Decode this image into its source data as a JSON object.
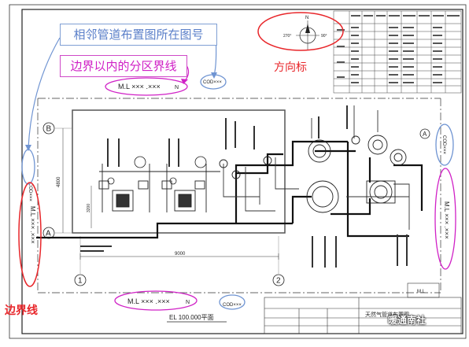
{
  "annotations": {
    "adjacent_label": "相邻管道布置图所在图号",
    "zone_label": "边界以内的分区界线",
    "north_label": "方向标",
    "boundary_label": "边界线"
  },
  "drawing": {
    "match_line": "M.L ××× .×××",
    "match_line_sep": "N",
    "cod": "COD×××",
    "elevation_title": "EL 100.000平面",
    "grid_a": "A",
    "grid_b": "B",
    "grid_1": "1",
    "grid_2": "2",
    "dim_9000": "9000",
    "dim_4800": "4800",
    "dim_3200": "3200",
    "north_n": "N",
    "north_deg_left": "270°",
    "north_deg_right": "90°",
    "title_block": "天然气管道布置图",
    "small_ml": "M.L",
    "small_xxx": "××× .×××"
  },
  "watermark": "暖通南社",
  "colors": {
    "blue_annotation": "#5a7fc9",
    "magenta_annotation": "#d021c6",
    "red_annotation": "#e8262a"
  }
}
